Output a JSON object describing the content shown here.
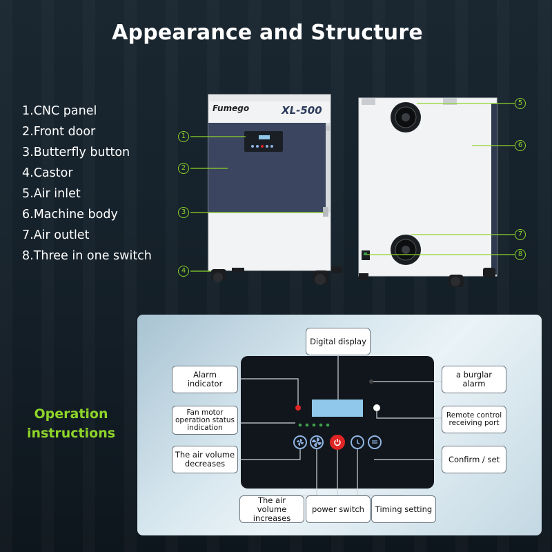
{
  "title": "Appearance and Structure",
  "parts": [
    "1.CNC panel",
    "2.Front door",
    "3.Butterfly button",
    "4.Castor",
    "5.Air inlet",
    "6.Machine body",
    "7.Air outlet",
    "8.Three in one switch"
  ],
  "machine": {
    "brand": "Fumego",
    "model": "XL-500"
  },
  "callouts": [
    "1",
    "2",
    "3",
    "4",
    "5",
    "6",
    "7",
    "8"
  ],
  "operation_title": "Operation instructions",
  "panel_labels": {
    "digital_display": "Digital display",
    "alarm_indicator": "Alarm indicator",
    "fan_status": "Fan motor operation status indication",
    "air_decrease": "The air volume decreases",
    "air_increase": "The air volume increases",
    "power_switch": "power switch",
    "timing_setting": "Timing setting",
    "burglar_alarm": "a burglar alarm",
    "remote_port": "Remote control receiving port",
    "confirm_set": "Confirm / set"
  },
  "colors": {
    "accent": "#8ed42a",
    "door": "#3b4560",
    "lcd": "#8fc8ea",
    "power": "#e02525"
  }
}
